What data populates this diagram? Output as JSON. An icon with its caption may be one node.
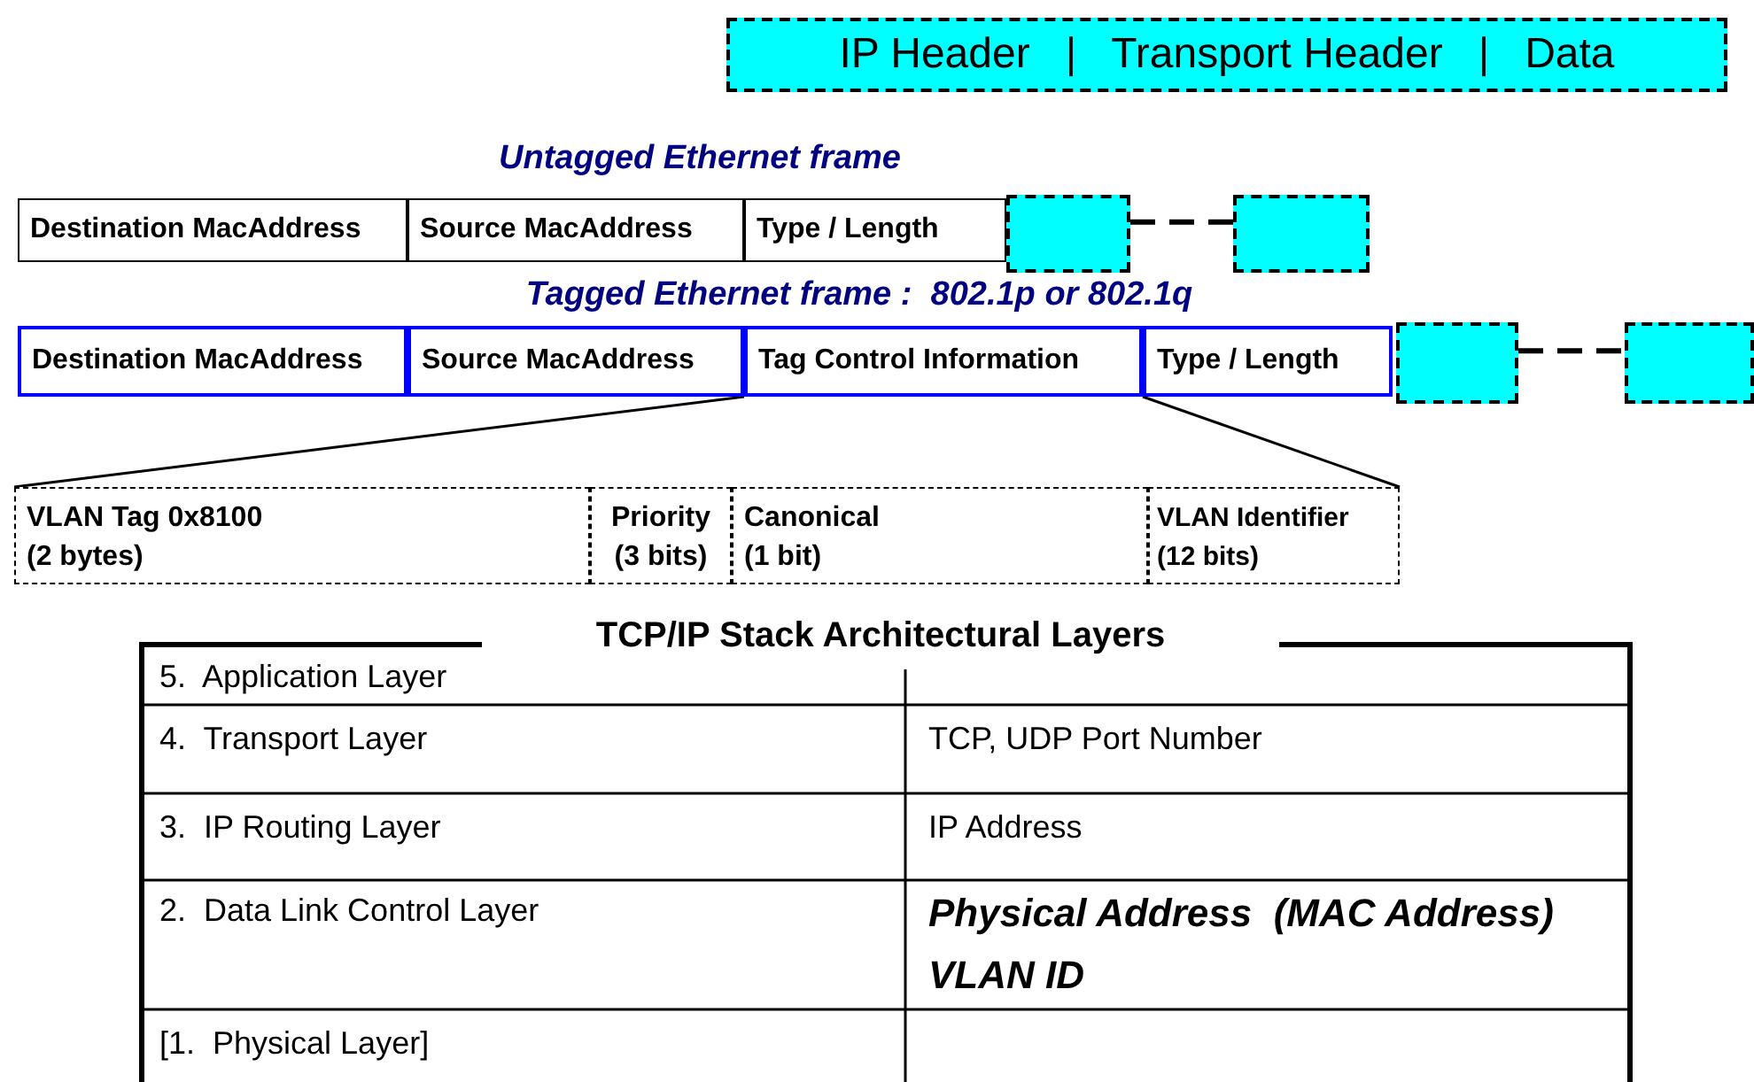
{
  "diagram": {
    "nodes": [
      {
        "text": [
          "IP Header   |   Transport Header   |   Data"
        ]
      },
      {
        "text": [
          "Destination MacAddress"
        ]
      },
      {
        "text": [
          "Source MacAddress"
        ]
      },
      {
        "text": [
          "Type / Length"
        ]
      },
      {
        "text": [],
        "shape": "box"
      },
      {
        "text": [],
        "shape": "box"
      },
      {
        "text": [
          "Destination MacAddress"
        ]
      },
      {
        "text": [
          "Source MacAddress"
        ]
      },
      {
        "text": [
          "Tag Control Information"
        ]
      },
      {
        "text": [
          "Type / Length"
        ]
      },
      {
        "text": [],
        "shape": "box"
      },
      {
        "text": [],
        "shape": "box"
      },
      {
        "text": [
          "VLAN Tag 0x8100 (2 bytes)"
        ]
      },
      {
        "text": [
          "Priority (3 bits)"
        ]
      },
      {
        "text": [
          "Canonical (1 bit)"
        ]
      },
      {
        "text": [
          "VLAN Identifier (12 bits)"
        ]
      }
    ],
    "edges": [
      {
        "from": 4,
        "to": 5,
        "arrow": "none",
        "style": "dashed"
      },
      {
        "from": 10,
        "to": 11,
        "arrow": "none",
        "style": "dashed"
      },
      {
        "from": 8,
        "to": 12,
        "arrow": "none"
      },
      {
        "from": 8,
        "to": 15,
        "arrow": "none"
      }
    ],
    "labels": [
      "Untagged Ethernet frame",
      "Tagged Ethernet frame :  802.1p or 802.1q",
      "TCP/IP Stack Architectural Layers",
      "5.  Application Layer",
      "4.  Transport Layer",
      "TCP, UDP Port Number",
      "3.  IP Routing Layer",
      "IP Address",
      "2.  Data Link Control Layer",
      "Physical Address  (MAC Address)",
      "VLAN ID",
      "[1.  Physical Layer]"
    ]
  }
}
